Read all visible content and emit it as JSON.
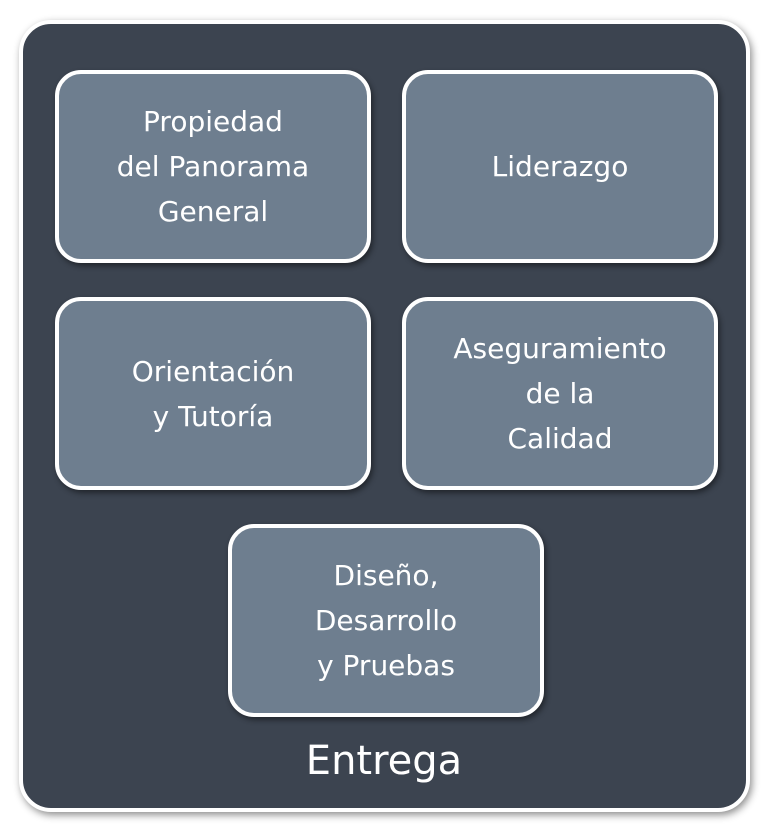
{
  "diagram": {
    "container_label": "Entrega",
    "boxes": [
      {
        "label": "Propiedad\ndel Panorama\nGeneral"
      },
      {
        "label": "Liderazgo"
      },
      {
        "label": "Orientación\ny Tutoría"
      },
      {
        "label": "Aseguramiento\nde la\nCalidad"
      },
      {
        "label": "Diseño,\nDesarrollo\ny Pruebas"
      }
    ],
    "colors": {
      "container": "#3c4450",
      "box": "#6e7e8f",
      "border": "#ffffff",
      "text": "#ffffff"
    }
  }
}
